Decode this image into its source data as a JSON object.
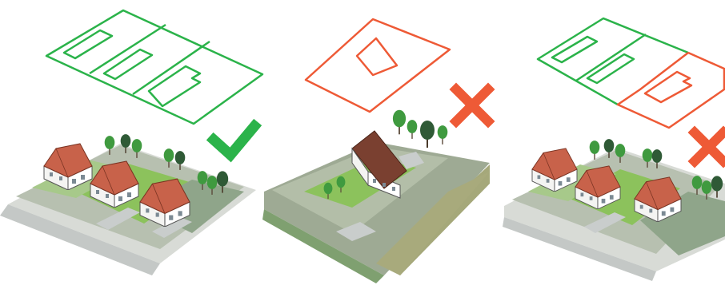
{
  "colors": {
    "good": "#2bb34a",
    "bad": "#ee5a36",
    "lawn": "#8cc25c",
    "lawn_dark": "#6aa84f",
    "plot_gray": "#a9b2a4",
    "road": "#c9cdcc",
    "roof": "#c8624a",
    "wall": "#ffffff",
    "tree": "#3f9a3f"
  },
  "panels": [
    {
      "name": "panel-approved-subdivision",
      "verdict": "check-mark-icon",
      "outline_color": "good"
    },
    {
      "name": "panel-rejected-rotated-house",
      "verdict": "cross-mark-icon",
      "outline_color": "bad"
    },
    {
      "name": "panel-rejected-merged-lots",
      "verdict": "cross-mark-icon",
      "outline_color": "mixed"
    }
  ]
}
